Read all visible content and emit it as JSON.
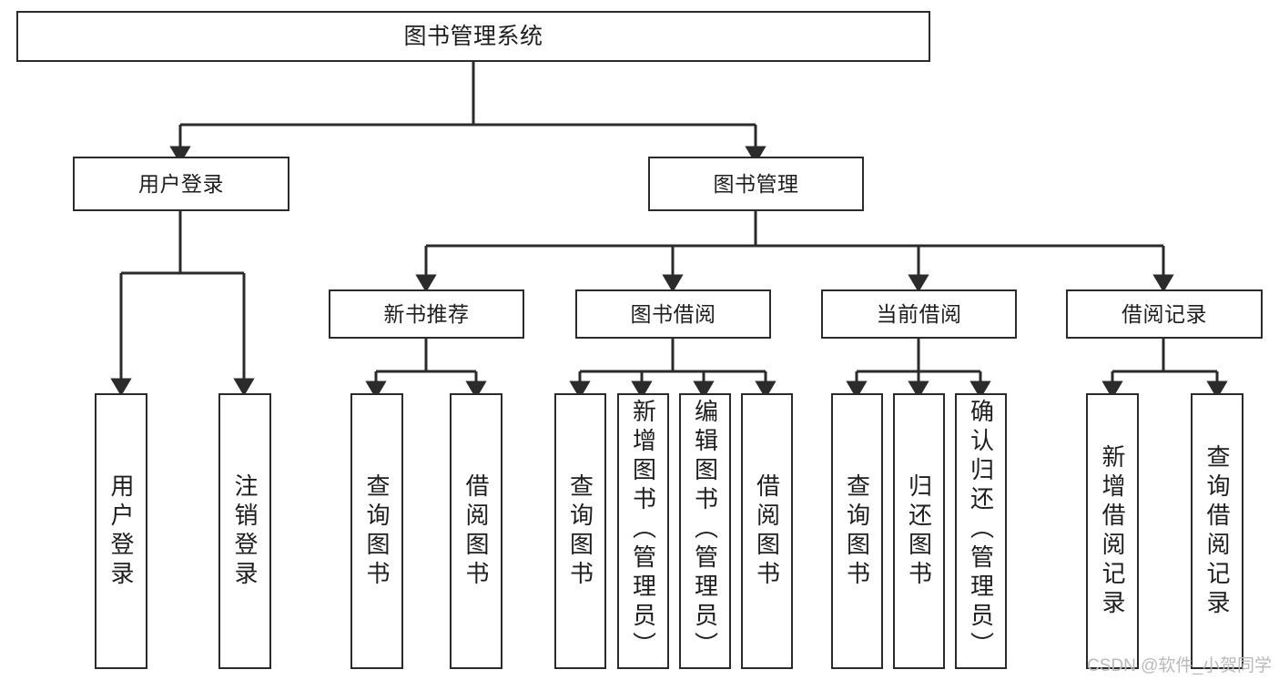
{
  "diagram": {
    "type": "tree-hierarchy",
    "title": "图书管理系统",
    "watermark": "CSDN @软件_小贺同学",
    "colors": {
      "stroke": "#2b2b2b",
      "fill": "#ffffff",
      "text": "#1e1e1e",
      "watermark": "#b9b9b9",
      "background": "#ffffff"
    },
    "nodes": {
      "root": {
        "label": "图书管理系统"
      },
      "level1": [
        {
          "label": "用户登录"
        },
        {
          "label": "图书管理"
        }
      ],
      "level2": [
        {
          "label": "新书推荐"
        },
        {
          "label": "图书借阅"
        },
        {
          "label": "当前借阅"
        },
        {
          "label": "借阅记录"
        }
      ],
      "leaves": {
        "user_login": [
          {
            "label": "用户登录"
          },
          {
            "label": "注销登录"
          }
        ],
        "new_book_recommend": [
          {
            "label": "查询图书"
          },
          {
            "label": "借阅图书"
          }
        ],
        "book_borrow": [
          {
            "label": "查询图书"
          },
          {
            "label": "新增图书（管理员）"
          },
          {
            "label": "编辑图书（管理员）"
          },
          {
            "label": "借阅图书"
          }
        ],
        "current_borrow": [
          {
            "label": "查询图书"
          },
          {
            "label": "归还图书"
          },
          {
            "label": "确认归还（管理员）"
          }
        ],
        "borrow_record": [
          {
            "label": "新增借阅记录"
          },
          {
            "label": "查询借阅记录"
          }
        ]
      }
    },
    "edges": [
      {
        "from": "图书管理系统",
        "to": "用户登录"
      },
      {
        "from": "图书管理系统",
        "to": "图书管理"
      },
      {
        "from": "用户登录",
        "to": "用户登录"
      },
      {
        "from": "用户登录",
        "to": "注销登录"
      },
      {
        "from": "图书管理",
        "to": "新书推荐"
      },
      {
        "from": "图书管理",
        "to": "图书借阅"
      },
      {
        "from": "图书管理",
        "to": "当前借阅"
      },
      {
        "from": "图书管理",
        "to": "借阅记录"
      },
      {
        "from": "新书推荐",
        "to": "查询图书"
      },
      {
        "from": "新书推荐",
        "to": "借阅图书"
      },
      {
        "from": "图书借阅",
        "to": "查询图书"
      },
      {
        "from": "图书借阅",
        "to": "新增图书（管理员）"
      },
      {
        "from": "图书借阅",
        "to": "编辑图书（管理员）"
      },
      {
        "from": "图书借阅",
        "to": "借阅图书"
      },
      {
        "from": "当前借阅",
        "to": "查询图书"
      },
      {
        "from": "当前借阅",
        "to": "归还图书"
      },
      {
        "from": "当前借阅",
        "to": "确认归还（管理员）"
      },
      {
        "from": "借阅记录",
        "to": "新增借阅记录"
      },
      {
        "from": "借阅记录",
        "to": "查询借阅记录"
      }
    ]
  }
}
